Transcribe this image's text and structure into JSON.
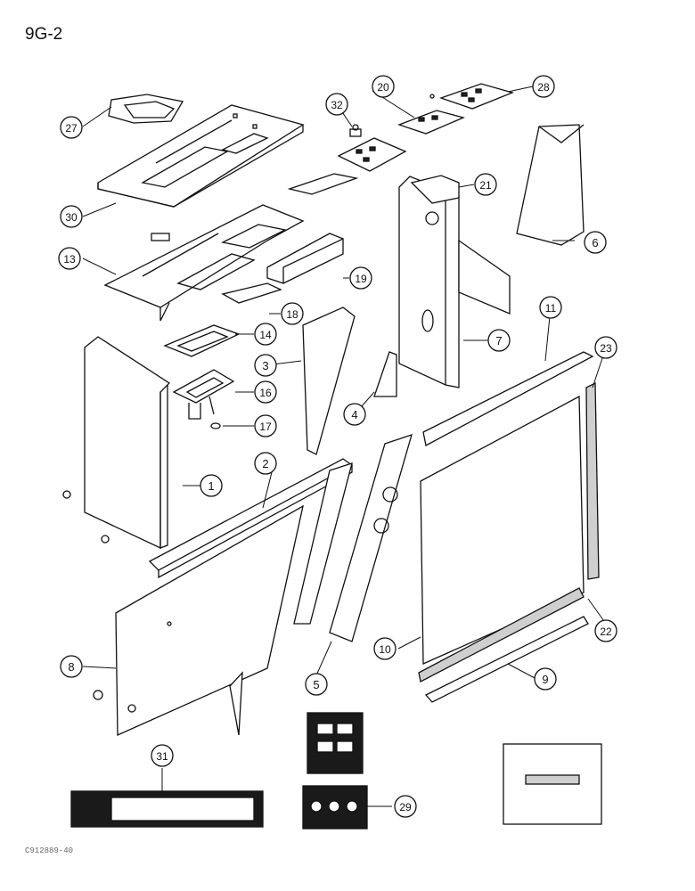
{
  "page": {
    "page_id": "9G-2",
    "reference_code": "C912889-40"
  },
  "callouts": [
    {
      "key": "c1",
      "label": "1"
    },
    {
      "key": "c2",
      "label": "2"
    },
    {
      "key": "c3",
      "label": "3"
    },
    {
      "key": "c4",
      "label": "4"
    },
    {
      "key": "c5",
      "label": "5"
    },
    {
      "key": "c6",
      "label": "6"
    },
    {
      "key": "c7",
      "label": "7"
    },
    {
      "key": "c8",
      "label": "8"
    },
    {
      "key": "c9",
      "label": "9"
    },
    {
      "key": "c10",
      "label": "10"
    },
    {
      "key": "c11",
      "label": "11"
    },
    {
      "key": "c13",
      "label": "13"
    },
    {
      "key": "c14",
      "label": "14"
    },
    {
      "key": "c16",
      "label": "16"
    },
    {
      "key": "c17",
      "label": "17"
    },
    {
      "key": "c18",
      "label": "18"
    },
    {
      "key": "c19",
      "label": "19"
    },
    {
      "key": "c20",
      "label": "20"
    },
    {
      "key": "c21",
      "label": "21"
    },
    {
      "key": "c22",
      "label": "22"
    },
    {
      "key": "c23",
      "label": "23"
    },
    {
      "key": "c27",
      "label": "27"
    },
    {
      "key": "c28",
      "label": "28"
    },
    {
      "key": "c29",
      "label": "29"
    },
    {
      "key": "c30",
      "label": "30"
    },
    {
      "key": "c31",
      "label": "31"
    },
    {
      "key": "c32",
      "label": "32"
    }
  ],
  "colors": {
    "line": "#111111",
    "part_fill": "#ffffff",
    "shade": "#cfcfcf",
    "dark": "#1a1a1a"
  }
}
